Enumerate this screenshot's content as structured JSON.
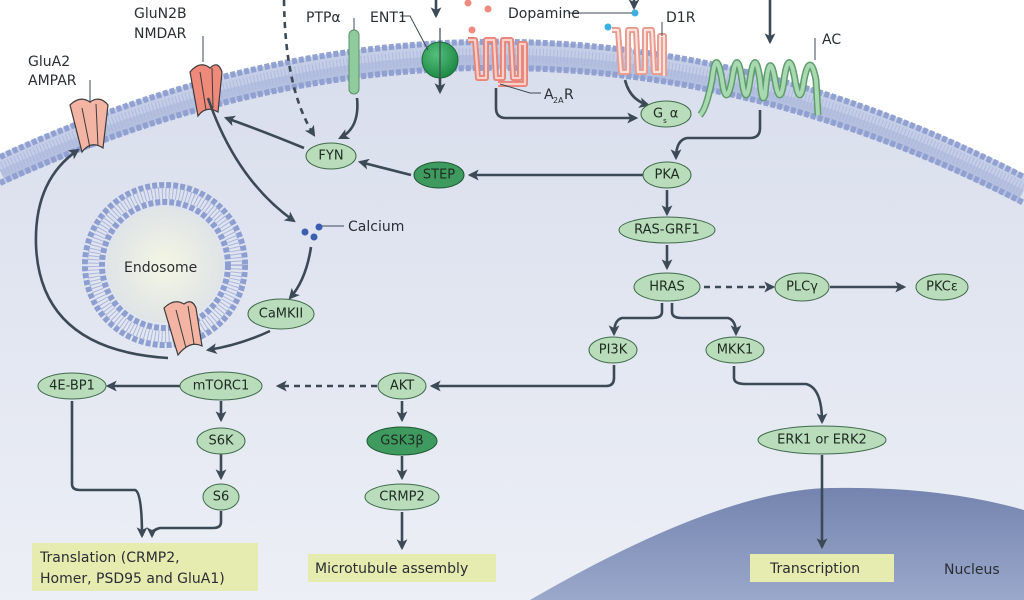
{
  "figure": {
    "extracellular_labels": {
      "glua2_ampar": [
        "GluA2",
        "AMPAR"
      ],
      "glun2b_nmdar": [
        "GluN2B",
        "NMDAR"
      ],
      "ptpa": "PTPα",
      "ent1": "ENT1",
      "dopamine": "Dopamine",
      "a2ar_main": "A",
      "a2ar_sub": "2A",
      "a2ar_tail": "R",
      "d1r": "D1R",
      "ac": "AC",
      "calcium": "Calcium",
      "endosome": "Endosome",
      "nucleus": "Nucleus"
    },
    "nodes": {
      "fyn": "FYN",
      "step": "STEP",
      "gsa_main": "G",
      "gsa_sub": "s",
      "gsa_tail": "α",
      "pka": "PKA",
      "rasgrf1": "RAS-GRF1",
      "hras": "HRAS",
      "plcg": "PLCγ",
      "pkce": "PKCε",
      "pi3k": "PI3K",
      "mkk1": "MKK1",
      "akt": "AKT",
      "mtorc1": "mTORC1",
      "fourebp1": "4E-BP1",
      "s6k": "S6K",
      "s6": "S6",
      "gsk3b": "GSK3β",
      "crmp2": "CRMP2",
      "erk": "ERK1 or ERK2",
      "camkii": "CaMKII"
    },
    "outcomes": {
      "translation": [
        "Translation (CRMP2,",
        "Homer, PSD95 and GluA1)"
      ],
      "microtubule": "Microtubule assembly",
      "transcription": "Transcription"
    },
    "colors": {
      "node_light": "#b9dcbb",
      "node_dark": "#3f9a5f",
      "outcome_box": "#e6ebb0",
      "cytoplasm": "#dde3ef",
      "membrane": "#8e9fcf",
      "nucleus": "#7f8fb8",
      "arrow": "#3c4a57"
    }
  }
}
